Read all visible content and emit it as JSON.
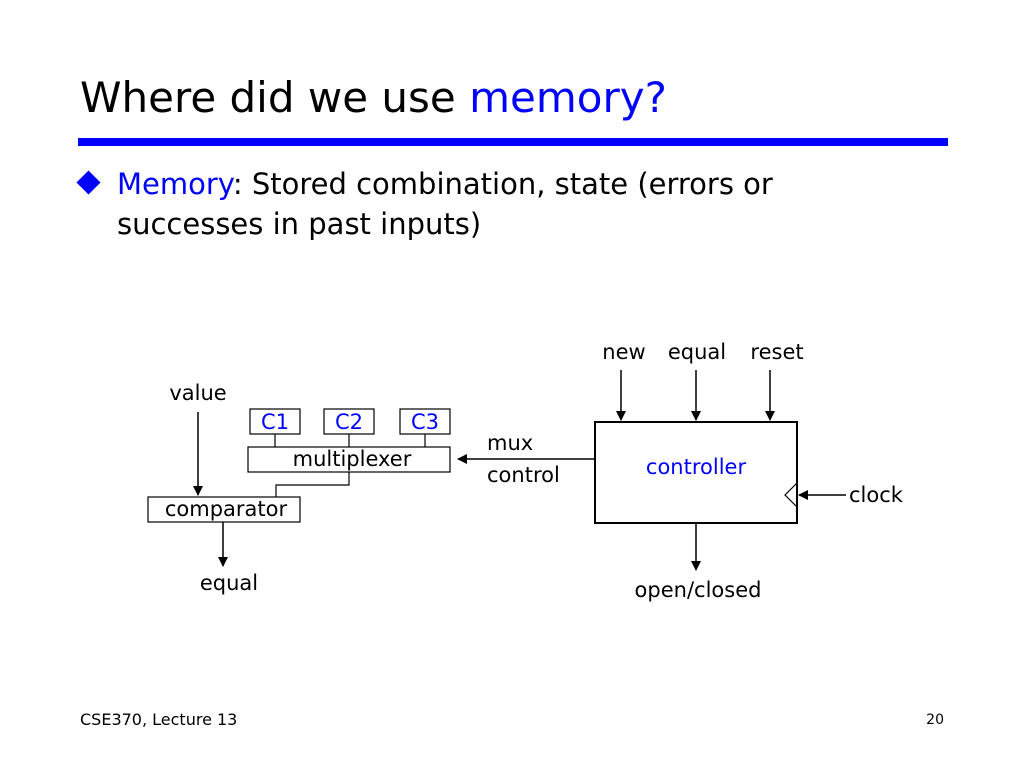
{
  "slide": {
    "title_prefix": "Where did we use ",
    "title_highlight": "memory?"
  },
  "bullet": {
    "term": "Memory",
    "text": ": Stored combination, state (errors or successes in past inputs)"
  },
  "diagram": {
    "value_label": "value",
    "c1": "C1",
    "c2": "C2",
    "c3": "C3",
    "multiplexer": "multiplexer",
    "comparator": "comparator",
    "equal_out": "equal",
    "mux_line1": "mux",
    "mux_line2": "control",
    "controller": "controller",
    "new_in": "new",
    "equal_in": "equal",
    "reset_in": "reset",
    "clock": "clock",
    "output": "open/closed"
  },
  "footer": {
    "course": "CSE370, Lecture 13",
    "page": "20"
  },
  "colors": {
    "accent": "#0000ff",
    "text": "#000000",
    "background": "#ffffff"
  }
}
